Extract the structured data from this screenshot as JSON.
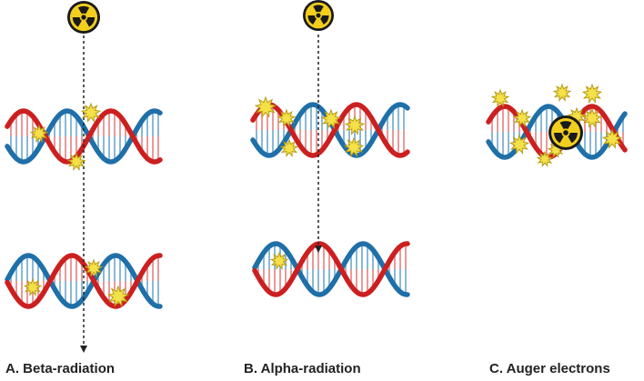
{
  "panels": [
    {
      "caption": "A. Beta-radiation"
    },
    {
      "caption": "B. Alpha-radiation"
    },
    {
      "caption": "C. Auger electrons"
    }
  ],
  "colors": {
    "strand_red": "#cc1f1f",
    "strand_blue": "#1f6fa8",
    "rung_red": "#e89a9a",
    "rung_blue": "#8ab8d8",
    "burst_fill": "#f4e14a",
    "burst_stroke": "#b89a10",
    "source_fill": "#f2cf1f",
    "source_ring": "#1a1a1a",
    "arrow": "#222222"
  },
  "icons": {
    "source": "radiation-trefoil-icon",
    "damage": "damage-burst-icon"
  }
}
